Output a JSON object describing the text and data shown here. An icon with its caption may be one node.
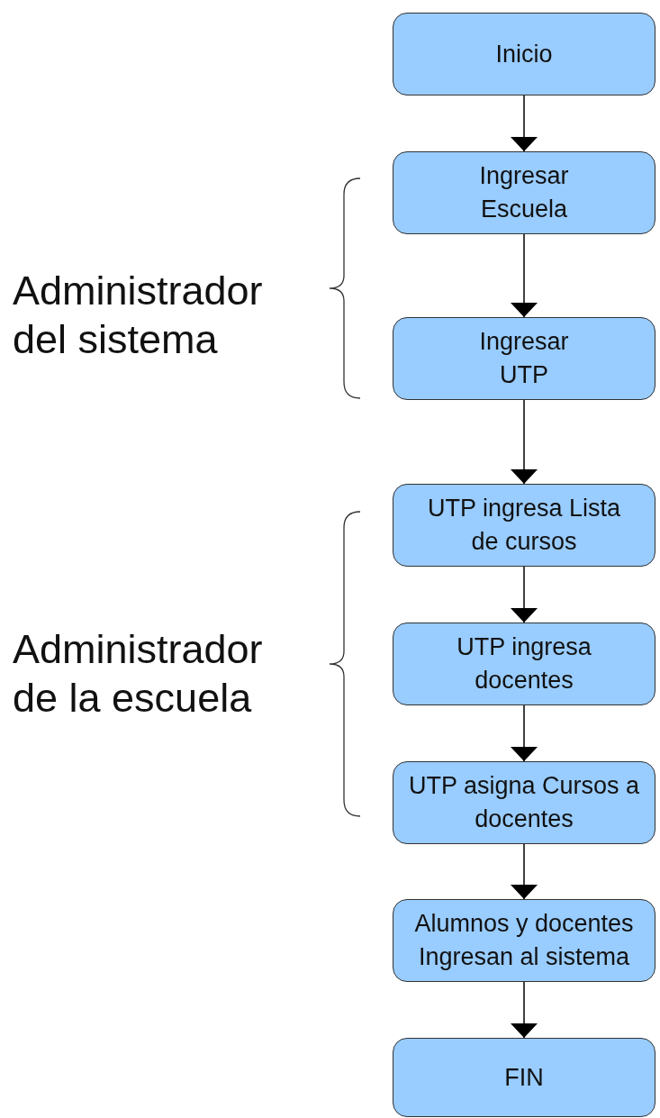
{
  "diagram": {
    "nodes": [
      {
        "text": [
          "Inicio"
        ]
      },
      {
        "text": [
          "Ingresar Escuela"
        ]
      },
      {
        "text": [
          "Ingresar UTP"
        ]
      },
      {
        "text": [
          "UTP ingresa Lista de cursos"
        ]
      },
      {
        "text": [
          "UTP ingresa docentes"
        ]
      },
      {
        "text": [
          "UTP asigna Cursos a docentes"
        ]
      },
      {
        "text": [
          "Alumnos y docentes Ingresan al sistema"
        ]
      },
      {
        "text": [
          "FIN"
        ]
      }
    ],
    "edges": [
      {
        "from": 0,
        "to": 1,
        "arrow": "to"
      },
      {
        "from": 1,
        "to": 2,
        "arrow": "to"
      },
      {
        "from": 2,
        "to": 3,
        "arrow": "to"
      },
      {
        "from": 3,
        "to": 4,
        "arrow": "to"
      },
      {
        "from": 4,
        "to": 5,
        "arrow": "to"
      },
      {
        "from": 5,
        "to": 6,
        "arrow": "to"
      },
      {
        "from": 6,
        "to": 7,
        "arrow": "to"
      }
    ],
    "labels": [
      "Administrador del sistema",
      "Administrador de la escuela"
    ]
  }
}
